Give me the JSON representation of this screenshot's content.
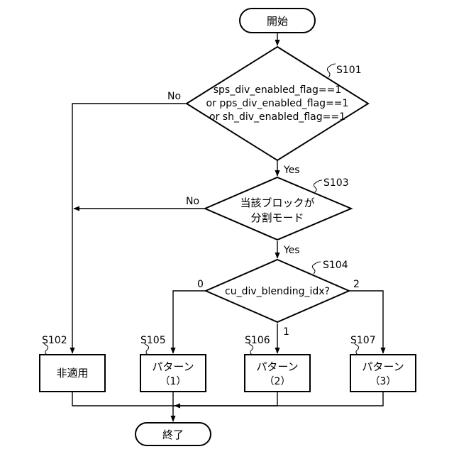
{
  "start": "開始",
  "end": "終了",
  "decision_s101": {
    "step": "S101",
    "lines": [
      "sps_div_enabled_flag==1",
      "or pps_div_enabled_flag==1",
      "or sh_div_enabled_flag==1"
    ],
    "no": "No",
    "yes": "Yes"
  },
  "decision_s103": {
    "step": "S103",
    "lines": [
      "当該ブロックが",
      "分割モード"
    ],
    "no": "No",
    "yes": "Yes"
  },
  "decision_s104": {
    "step": "S104",
    "text": "cu_div_blending_idx?",
    "branch_left": "0",
    "branch_down": "1",
    "branch_right": "2"
  },
  "process_s102": {
    "step": "S102",
    "lines": [
      "非適用"
    ]
  },
  "process_s105": {
    "step": "S105",
    "lines": [
      "パターン",
      "（1）"
    ]
  },
  "process_s106": {
    "step": "S106",
    "lines": [
      "パターン",
      "（2）"
    ]
  },
  "process_s107": {
    "step": "S107",
    "lines": [
      "パターン",
      "（3）"
    ]
  }
}
